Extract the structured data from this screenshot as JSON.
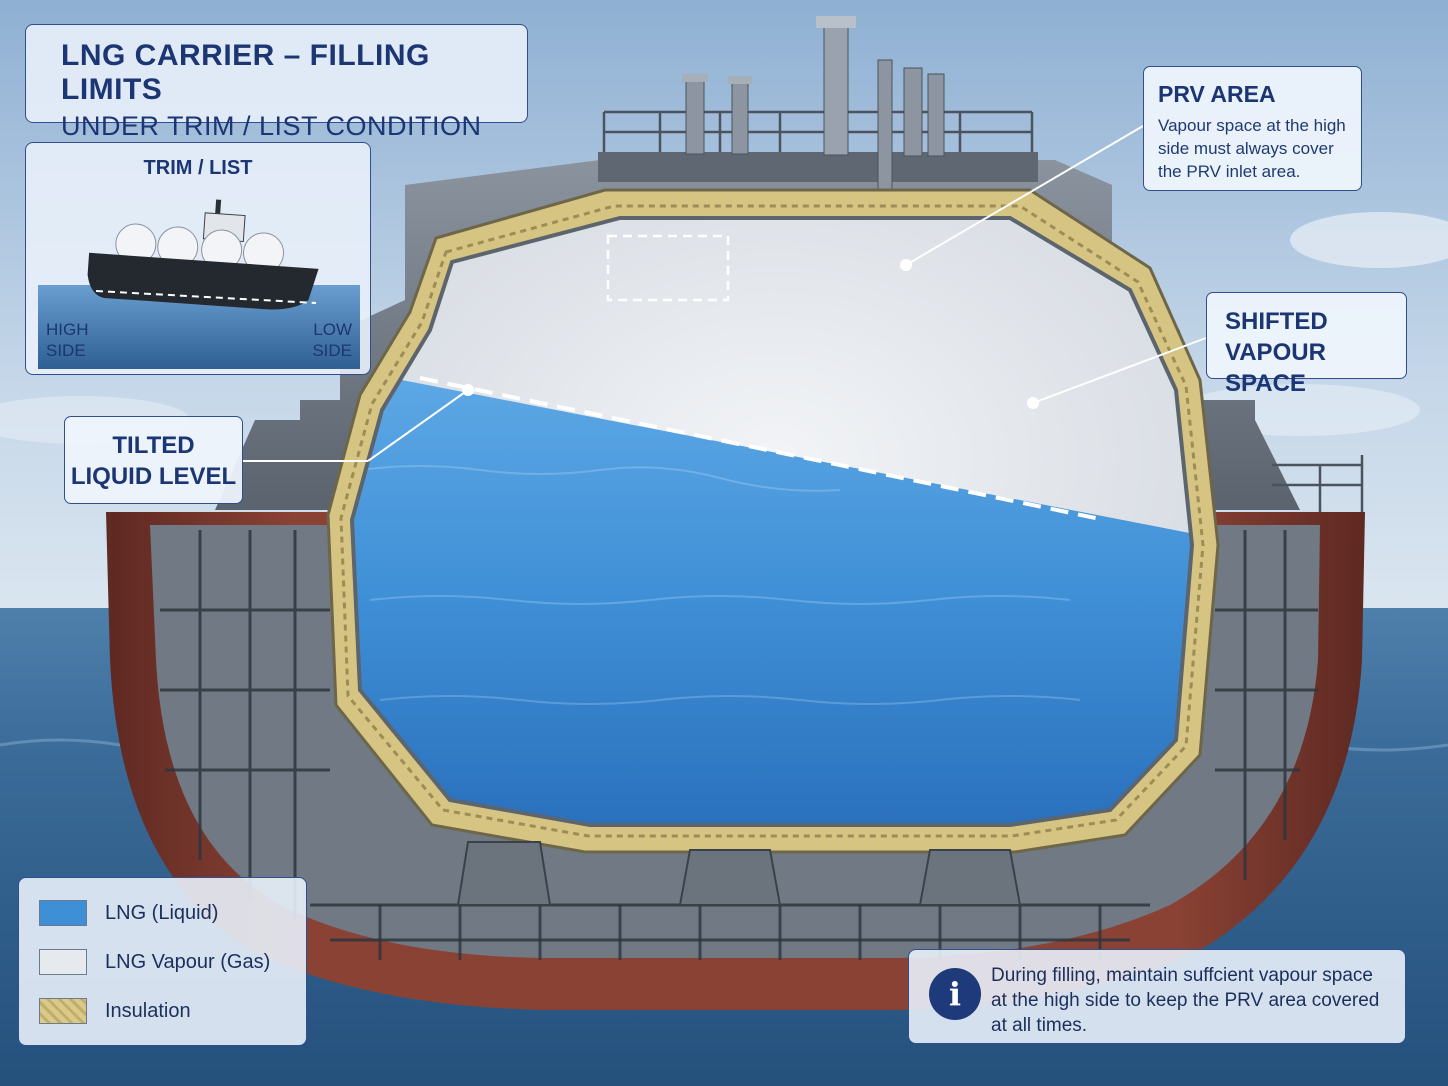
{
  "title": {
    "line1": "LNG CARRIER – FILLING LIMITS",
    "line2": "UNDER TRIM / LIST CONDITION"
  },
  "inset": {
    "title": "TRIM / LIST",
    "high_side": [
      "HIGH",
      "SIDE"
    ],
    "low_side": [
      "LOW",
      "SIDE"
    ]
  },
  "callouts": {
    "prv_area": {
      "title": "PRV AREA",
      "body": [
        "Vapour space at the high",
        "side must always cover",
        "the PRV inlet area."
      ]
    },
    "shifted_vapour": [
      "SHIFTED",
      "VAPOUR SPACE"
    ],
    "tilted_liquid": [
      "TILTED",
      "LIQUID LEVEL"
    ]
  },
  "legend": [
    {
      "label": "LNG (Liquid)",
      "color": "#3f8fd6"
    },
    {
      "label": "LNG Vapour (Gas)",
      "color": "#e6e9ee"
    },
    {
      "label": "Insulation",
      "color": "#d9c98a"
    }
  ],
  "info": {
    "icon": "info-icon",
    "text": [
      "During filling, maintain suffcient vapour space",
      "at the high side to keep the PRV area covered",
      "at all times."
    ]
  },
  "colors": {
    "sky": "#b9cee3",
    "sea": "#3a6d9c",
    "hull": "#7a3a30",
    "steel": "#6c7580",
    "lng_liquid": "#3f8fd6",
    "vapour": "#e6e9ee",
    "insulation": "#d9c98a",
    "label_blue": "#1c3573"
  }
}
